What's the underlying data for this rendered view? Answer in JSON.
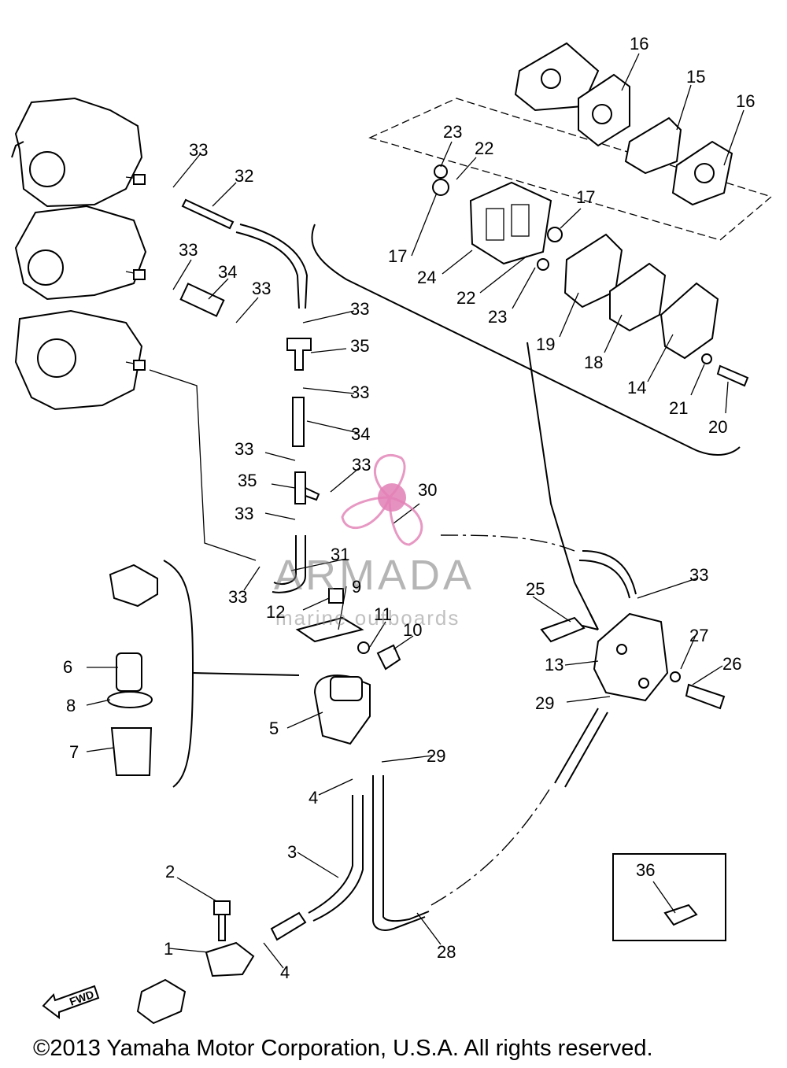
{
  "callouts": [
    {
      "id": "c1",
      "text": "1"
    },
    {
      "id": "c2",
      "text": "2"
    },
    {
      "id": "c3",
      "text": "3"
    },
    {
      "id": "c4a",
      "text": "4"
    },
    {
      "id": "c4b",
      "text": "4"
    },
    {
      "id": "c5",
      "text": "5"
    },
    {
      "id": "c6",
      "text": "6"
    },
    {
      "id": "c7",
      "text": "7"
    },
    {
      "id": "c8",
      "text": "8"
    },
    {
      "id": "c9",
      "text": "9"
    },
    {
      "id": "c10",
      "text": "10"
    },
    {
      "id": "c11",
      "text": "11"
    },
    {
      "id": "c12",
      "text": "12"
    },
    {
      "id": "c13",
      "text": "13"
    },
    {
      "id": "c14",
      "text": "14"
    },
    {
      "id": "c15",
      "text": "15"
    },
    {
      "id": "c16a",
      "text": "16"
    },
    {
      "id": "c16b",
      "text": "16"
    },
    {
      "id": "c17a",
      "text": "17"
    },
    {
      "id": "c17b",
      "text": "17"
    },
    {
      "id": "c18",
      "text": "18"
    },
    {
      "id": "c19",
      "text": "19"
    },
    {
      "id": "c20",
      "text": "20"
    },
    {
      "id": "c21",
      "text": "21"
    },
    {
      "id": "c22a",
      "text": "22"
    },
    {
      "id": "c22b",
      "text": "22"
    },
    {
      "id": "c23a",
      "text": "23"
    },
    {
      "id": "c23b",
      "text": "23"
    },
    {
      "id": "c24",
      "text": "24"
    },
    {
      "id": "c25",
      "text": "25"
    },
    {
      "id": "c26",
      "text": "26"
    },
    {
      "id": "c27",
      "text": "27"
    },
    {
      "id": "c28",
      "text": "28"
    },
    {
      "id": "c29a",
      "text": "29"
    },
    {
      "id": "c29b",
      "text": "29"
    },
    {
      "id": "c30",
      "text": "30"
    },
    {
      "id": "c31",
      "text": "31"
    },
    {
      "id": "c32",
      "text": "32"
    },
    {
      "id": "c33a",
      "text": "33"
    },
    {
      "id": "c33b",
      "text": "33"
    },
    {
      "id": "c33c",
      "text": "33"
    },
    {
      "id": "c33d",
      "text": "33"
    },
    {
      "id": "c33e",
      "text": "33"
    },
    {
      "id": "c33f",
      "text": "33"
    },
    {
      "id": "c33g",
      "text": "33"
    },
    {
      "id": "c33h",
      "text": "33"
    },
    {
      "id": "c33i",
      "text": "33"
    },
    {
      "id": "c33j",
      "text": "33"
    },
    {
      "id": "c34a",
      "text": "34"
    },
    {
      "id": "c34b",
      "text": "34"
    },
    {
      "id": "c35a",
      "text": "35"
    },
    {
      "id": "c35b",
      "text": "35"
    },
    {
      "id": "c36",
      "text": "36"
    }
  ],
  "fwd_label": "FWD",
  "watermark": {
    "title": "ARMADA",
    "subtitle": "marine outboards"
  },
  "copyright": "©2013 Yamaha Motor Corporation, U.S.A. All rights reserved.",
  "colors": {
    "line": "#000000",
    "watermark_logo": "#e27fb5",
    "watermark_text": "#8c8c8c"
  }
}
